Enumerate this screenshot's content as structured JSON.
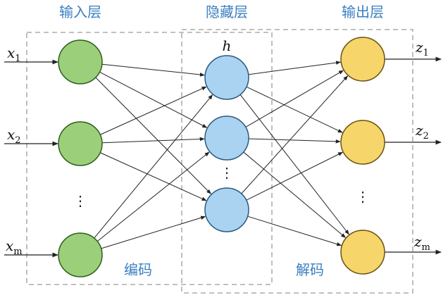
{
  "titles": {
    "input_layer": "输入层",
    "hidden_layer": "隐藏层",
    "output_layer": "输出层"
  },
  "regions": {
    "encode": "编码",
    "decode": "解码"
  },
  "hidden_symbol": "h",
  "inputs": [
    {
      "base": "x",
      "sub": "1"
    },
    {
      "base": "x",
      "sub": "2"
    },
    {
      "base": "x",
      "sub": "m"
    }
  ],
  "outputs": [
    {
      "base": "z",
      "sub": "1"
    },
    {
      "base": "z",
      "sub": "2"
    },
    {
      "base": "z",
      "sub": "m"
    }
  ],
  "ellipsis": "⋮",
  "colors": {
    "title_blue": "#3a7fc1",
    "input_node": "#9ccf7a",
    "input_stroke": "#2f5e1f",
    "hidden_node": "#a9d3f0",
    "hidden_stroke": "#2b5a7f",
    "output_node": "#f6d56b",
    "output_stroke": "#6a5210",
    "dashed_box": "#9a9a9a"
  }
}
